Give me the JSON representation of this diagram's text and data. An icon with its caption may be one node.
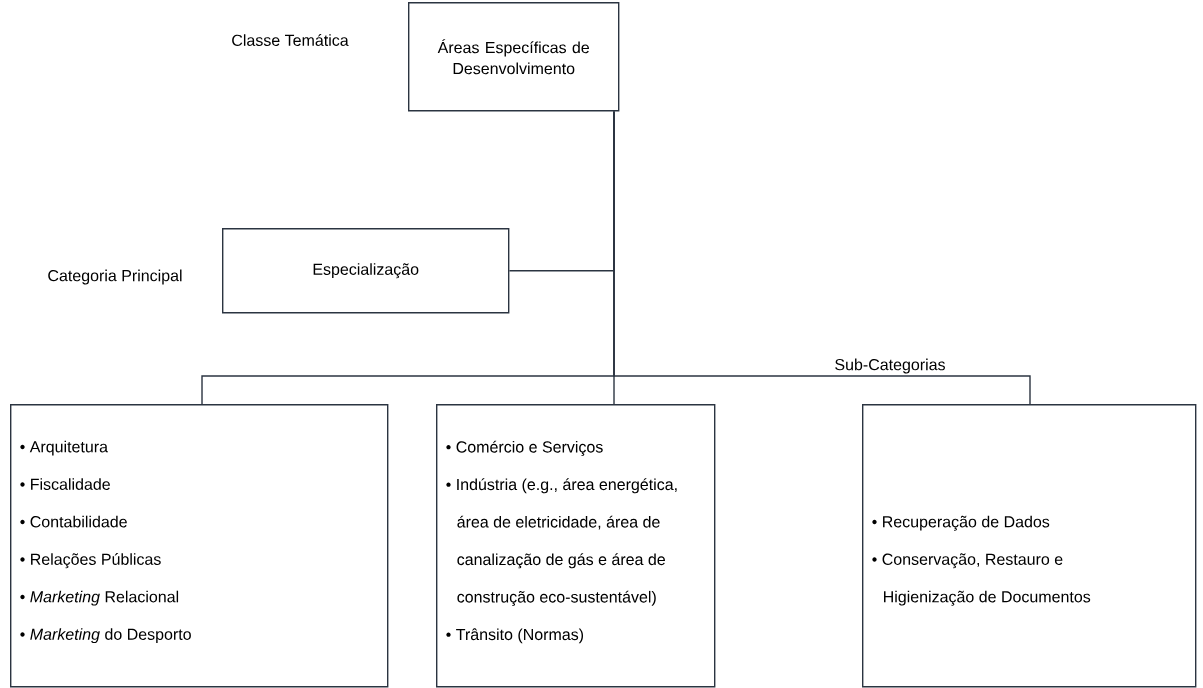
{
  "diagram": {
    "nodes": [
      {
        "text": [
          "Áreas Específicas de Desenvolvimento"
        ],
        "beside": [
          "Classe Temática"
        ]
      },
      {
        "text": [
          "Especialização"
        ],
        "beside": [
          "Categoria Principal"
        ]
      },
      {
        "text": [
          "• Arquitetura",
          "• Fiscalidade",
          "• Contabilidade",
          "• Relações Públicas",
          "• *Marketing* Relacional",
          "• *Marketing* do Desporto"
        ]
      },
      {
        "text": [
          "• Comércio e Serviços",
          "• Indústria (e.g., área energética, área de eletricidade, área de canalização de gás e área de construção eco-sustentável)",
          "• Trânsito (Normas)"
        ]
      },
      {
        "text": [
          "• Recuperação de Dados",
          "• Conservação, Restauro e Higienização de Documentos"
        ]
      }
    ],
    "edges": [
      {
        "from": 0,
        "to": 1,
        "arrow": "none"
      },
      {
        "from": 0,
        "to": 2,
        "arrow": "none"
      },
      {
        "from": 0,
        "to": 3,
        "arrow": "none"
      },
      {
        "from": 0,
        "to": 4,
        "arrow": "none"
      }
    ],
    "labels": [
      "Sub-Categorias"
    ]
  }
}
